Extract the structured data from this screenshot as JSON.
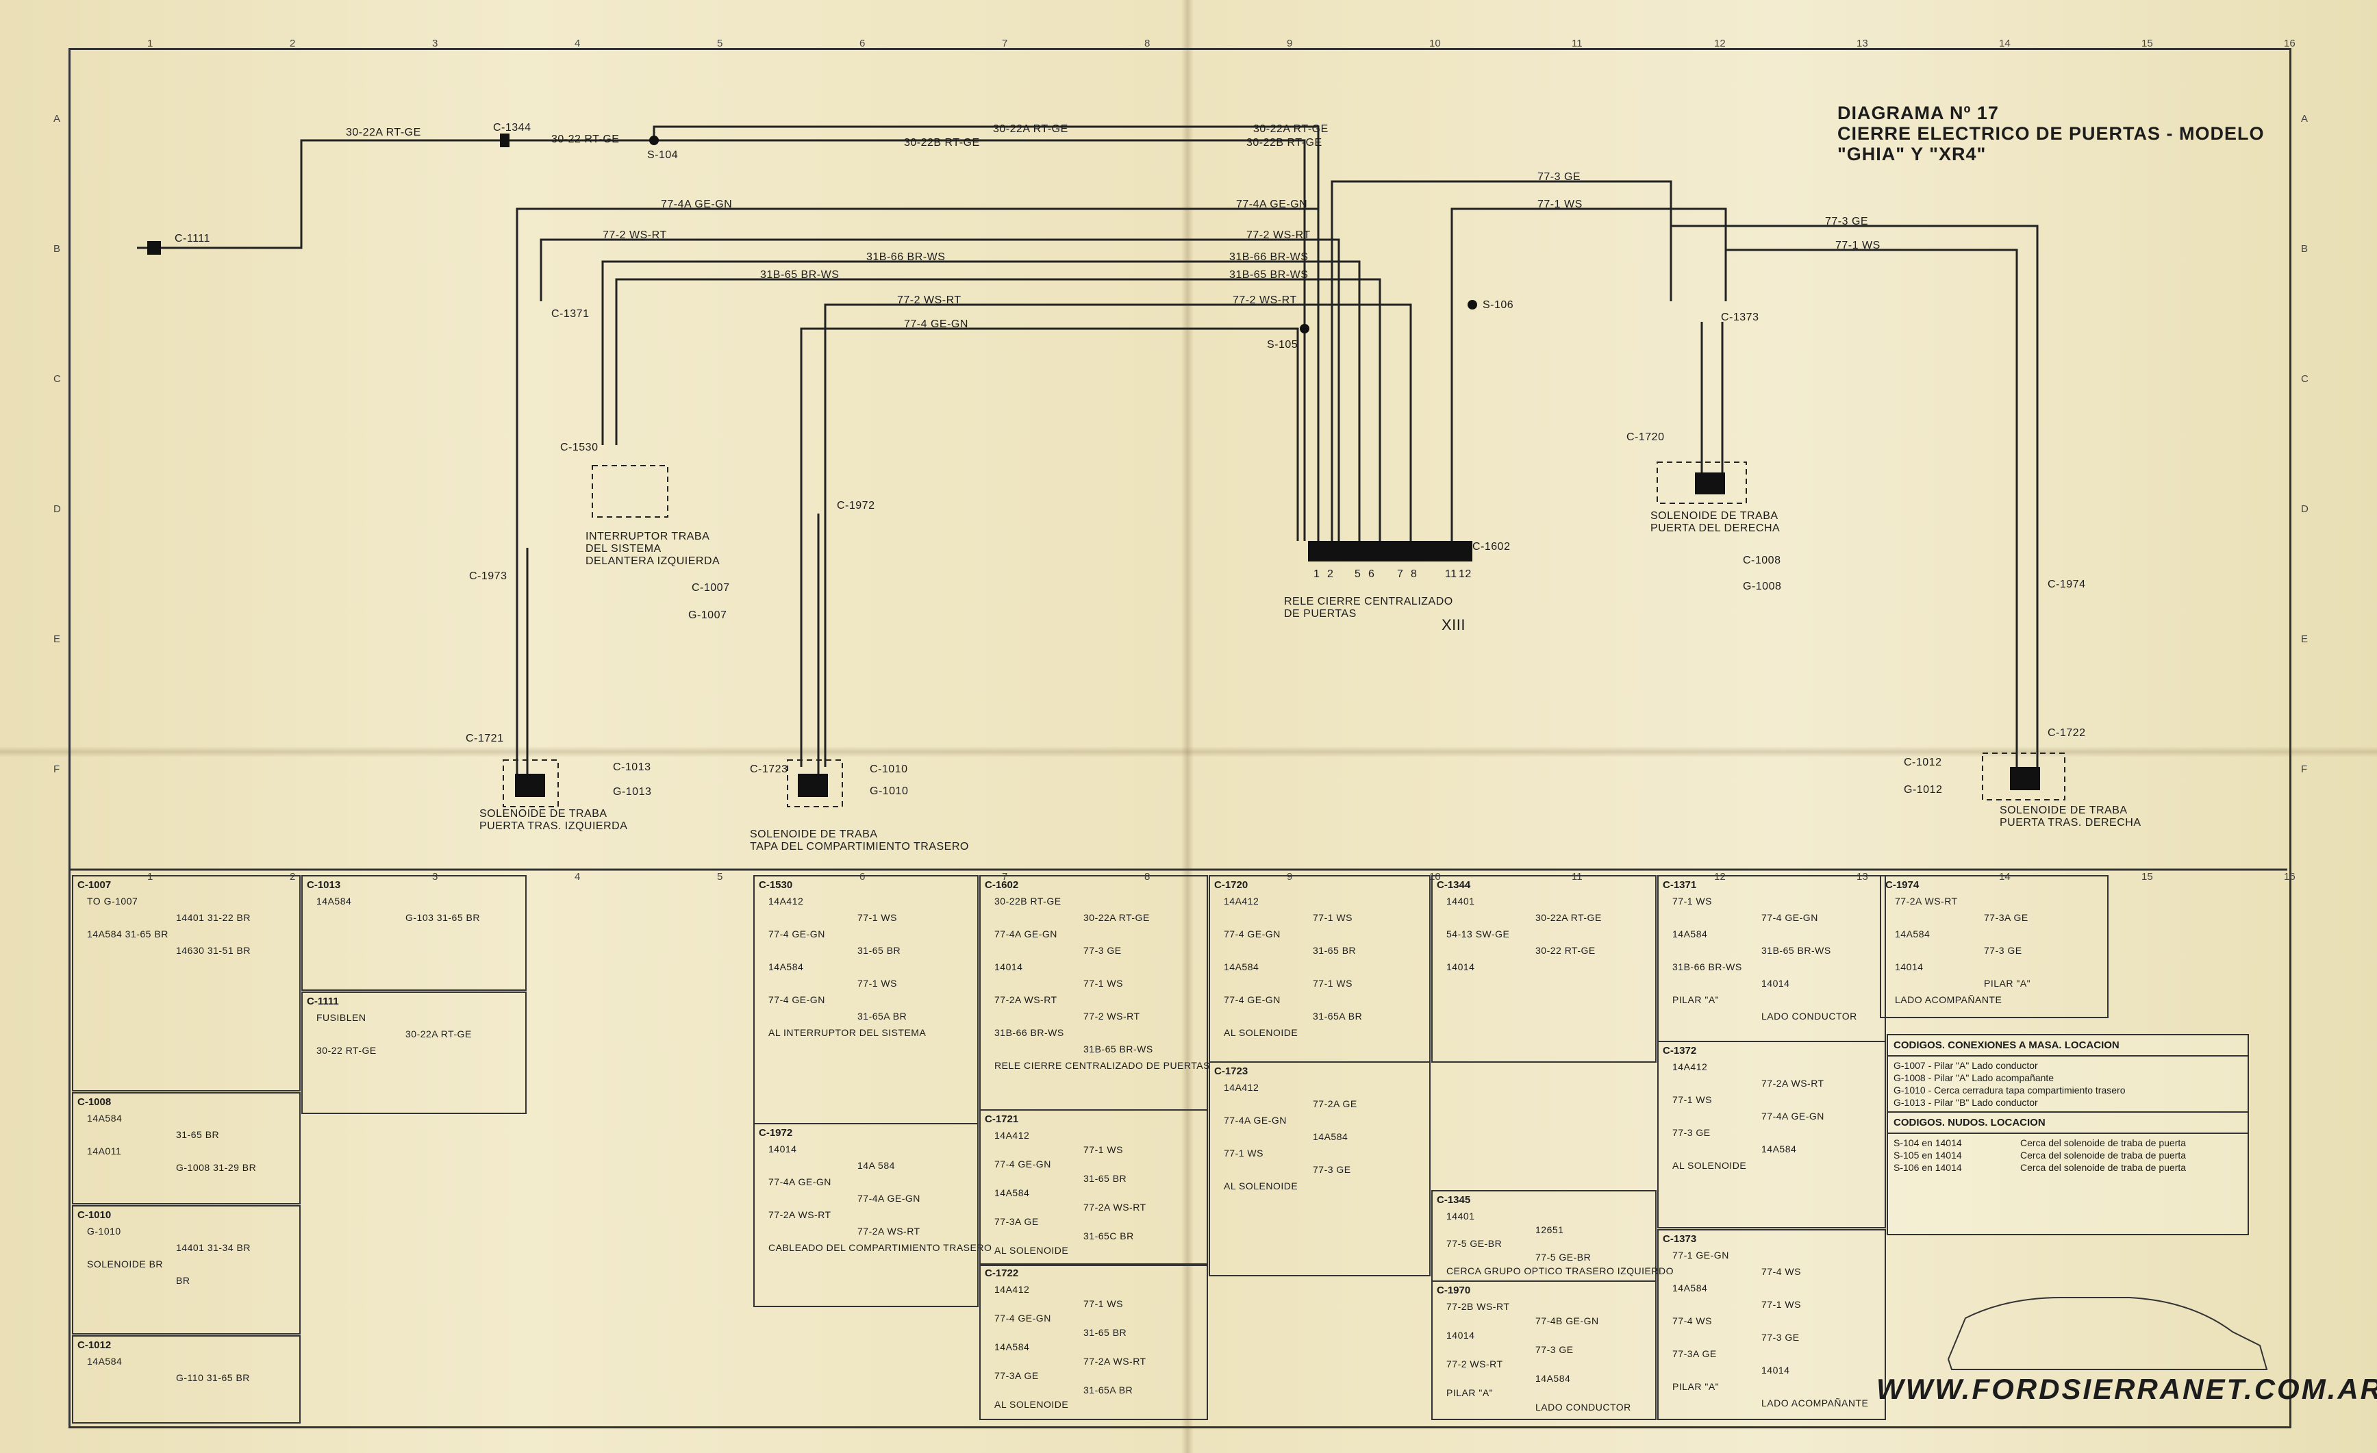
{
  "title": {
    "line1": "DIAGRAMA Nº 17",
    "line2": "CIERRE ELECTRICO DE PUERTAS - MODELO",
    "line3": "\"GHIA\" Y \"XR4\""
  },
  "grid": {
    "columns": [
      "1",
      "2",
      "3",
      "4",
      "5",
      "6",
      "7",
      "8",
      "9",
      "10",
      "11",
      "12",
      "13",
      "14",
      "15",
      "16"
    ],
    "rows": [
      "A",
      "B",
      "C",
      "D",
      "E",
      "F"
    ]
  },
  "wires": {
    "w_30_22a": "30-22A RT-GE",
    "w_30_22": "30-22 RT-GE",
    "w_30_22b": "30-22B RT-GE",
    "w_30_22a_right": "30-22A RT-GE",
    "w_30_22b_right": "30-22B RT-GE",
    "w_77_4a": "77-4A GE-GN",
    "w_77_4a_right": "77-4A GE-GN",
    "w_77_2": "77-2 WS-RT",
    "w_77_2_right": "77-2 WS-RT",
    "w_31b_66": "31B-66 BR-WS",
    "w_31b_66_right": "31B-66 BR-WS",
    "w_31b_65": "31B-65 BR-WS",
    "w_31b_65_right": "31B-65 BR-WS",
    "w_77_2_lower": "77-2 WS-RT",
    "w_77_2_lower_right": "77-2 WS-RT",
    "w_77_4": "77-4 GE-GN",
    "w_77_3": "77-3 GE",
    "w_77_1": "77-1 WS",
    "w_77_3_far": "77-3 GE",
    "w_77_1_far": "77-1 WS"
  },
  "connectors": {
    "c1111": "C-1111",
    "c1344": "C-1344",
    "c1371": "C-1371",
    "c1373": "C-1373",
    "c1530": "C-1530",
    "c1602": "C-1602",
    "c1720": "C-1720",
    "c1721": "C-1721",
    "c1722": "C-1722",
    "c1723": "C-1723",
    "c1972": "C-1972",
    "c1973": "C-1973",
    "c1974": "C-1974",
    "c1007": "C-1007",
    "c1008": "C-1008",
    "c1010": "C-1010",
    "c1012": "C-1012",
    "c1013": "C-1013"
  },
  "splices": {
    "s104": "S-104",
    "s105": "S-105",
    "s106": "S-106"
  },
  "grounds": {
    "g1007": "G-1007",
    "g1008": "G-1008",
    "g1010": "G-1010",
    "g1012": "G-1012",
    "g1013": "G-1013"
  },
  "components": {
    "interruptor": [
      "INTERRUPTOR TRABA",
      "DEL SISTEMA",
      "DELANTERA IZQUIERDA"
    ],
    "rele": [
      "RELE CIERRE CENTRALIZADO",
      "DE PUERTAS"
    ],
    "sol_pto_der": [
      "SOLENOIDE DE TRABA",
      "PUERTA DEL DERECHA"
    ],
    "sol_tras_izq": [
      "SOLENOIDE DE TRABA",
      "PUERTA TRAS. IZQUIERDA"
    ],
    "sol_tapa": [
      "SOLENOIDE DE TRABA",
      "TAPA DEL COMPARTIMIENTO TRASERO"
    ],
    "sol_tras_der": [
      "SOLENOIDE DE TRABA",
      "PUERTA TRAS. DERECHA"
    ],
    "relay_pins": [
      "1",
      "2",
      "5",
      "6",
      "7",
      "8",
      "11",
      "12"
    ],
    "xiii": "XIII"
  },
  "views": [
    {
      "id": "C-1007",
      "lines": [
        "TO G-1007",
        "14401   31-22 BR",
        "14A584   31-65 BR",
        "14630   31-51 BR"
      ]
    },
    {
      "id": "C-1013",
      "lines": [
        "14A584",
        "G-103   31-65 BR"
      ]
    },
    {
      "id": "C-1111",
      "lines": [
        "FUSIBLEN",
        "30-22A RT-GE",
        "30-22 RT-GE"
      ]
    },
    {
      "id": "C-1008",
      "lines": [
        "14A584",
        "31-65 BR",
        "14A011",
        "G-1008   31-29 BR"
      ]
    },
    {
      "id": "C-1010",
      "lines": [
        "G-1010",
        "14401   31-34 BR",
        "SOLENOIDE   BR",
        "BR"
      ]
    },
    {
      "id": "C-1012",
      "lines": [
        "14A584",
        "G-110   31-65 BR"
      ]
    },
    {
      "id": "C-1530",
      "lines": [
        "14A412",
        "77-1 WS",
        "77-4 GE-GN",
        "31-65 BR",
        "14A584",
        "77-1 WS",
        "77-4 GE-GN",
        "31-65A BR",
        "AL INTERRUPTOR DEL SISTEMA"
      ]
    },
    {
      "id": "C-1972",
      "lines": [
        "14014",
        "14A 584",
        "77-4A GE-GN",
        "77-4A GE-GN",
        "77-2A WS-RT",
        "77-2A WS-RT",
        "CABLEADO DEL COMPARTIMIENTO TRASERO"
      ]
    },
    {
      "id": "C-1602",
      "lines": [
        "30-22B RT-GE",
        "30-22A RT-GE",
        "77-4A GE-GN",
        "77-3 GE",
        "14014",
        "77-1 WS",
        "77-2A WS-RT",
        "77-2 WS-RT",
        "31B-66 BR-WS",
        "31B-65 BR-WS",
        "RELE CIERRE CENTRALIZADO DE PUERTAS"
      ]
    },
    {
      "id": "C-1720",
      "lines": [
        "14A412",
        "77-1 WS",
        "77-4 GE-GN",
        "31-65 BR",
        "14A584",
        "77-1 WS",
        "77-4 GE-GN",
        "31-65A BR",
        "AL SOLENOIDE"
      ]
    },
    {
      "id": "C-1721",
      "lines": [
        "14A412",
        "77-1 WS",
        "77-4 GE-GN",
        "31-65 BR",
        "14A584",
        "77-2A WS-RT",
        "77-3A GE",
        "31-65C BR",
        "AL SOLENOIDE"
      ]
    },
    {
      "id": "C-1722",
      "lines": [
        "14A412",
        "77-1 WS",
        "77-4 GE-GN",
        "31-65 BR",
        "14A584",
        "77-2A WS-RT",
        "77-3A GE",
        "31-65A BR",
        "AL SOLENOIDE"
      ]
    },
    {
      "id": "C-1723",
      "lines": [
        "14A412",
        "77-2A GE",
        "77-4A GE-GN",
        "14A584",
        "77-1 WS",
        "77-3 GE",
        "AL SOLENOIDE"
      ]
    },
    {
      "id": "C-1344",
      "lines": [
        "14401",
        "30-22A RT-GE",
        "54-13 SW-GE",
        "30-22 RT-GE",
        "14014"
      ]
    },
    {
      "id": "C-1345",
      "lines": [
        "14401",
        "12651",
        "77-5 GE-BR",
        "77-5 GE-BR",
        "CERCA GRUPO OPTICO TRASERO IZQUIERDO"
      ]
    },
    {
      "id": "C-1970",
      "lines": [
        "77-2B WS-RT",
        "77-4B GE-GN",
        "14014",
        "77-3 GE",
        "77-2 WS-RT",
        "14A584",
        "PILAR \"A\"",
        "LADO CONDUCTOR"
      ]
    },
    {
      "id": "C-1371",
      "lines": [
        "77-1 WS",
        "77-4 GE-GN",
        "14A584",
        "31B-65 BR-WS",
        "31B-66 BR-WS",
        "14014",
        "PILAR \"A\"",
        "LADO CONDUCTOR"
      ]
    },
    {
      "id": "C-1372",
      "lines": [
        "14A412",
        "77-2A WS-RT",
        "77-1 WS",
        "77-4A GE-GN",
        "77-3 GE",
        "14A584",
        "AL SOLENOIDE"
      ]
    },
    {
      "id": "C-1373",
      "lines": [
        "77-1 GE-GN",
        "77-4 WS",
        "14A584",
        "77-1 WS",
        "77-4 WS",
        "77-3 GE",
        "77-3A GE",
        "14014",
        "PILAR \"A\"",
        "LADO ACOMPAÑANTE"
      ]
    },
    {
      "id": "C-1974",
      "lines": [
        "77-2A WS-RT",
        "77-3A GE",
        "14A584",
        "77-3 GE",
        "14014",
        "PILAR \"A\"",
        "LADO ACOMPAÑANTE"
      ]
    }
  ],
  "legend": {
    "ground_title": "CODIGOS. CONEXIONES A MASA. LOCACION",
    "ground_rows": [
      "G-1007 - Pilar \"A\" Lado conductor",
      "G-1008 - Pilar \"A\" Lado acompañante",
      "G-1010 - Cerca cerradura tapa compartimiento trasero",
      "G-1013 - Pilar \"B\" Lado conductor"
    ],
    "splice_title": "CODIGOS. NUDOS. LOCACION",
    "splice_rows": [
      {
        "code": "S-104 en 14014",
        "loc": "Cerca del solenoide de traba de puerta"
      },
      {
        "code": "S-105 en 14014",
        "loc": "Cerca del solenoide de traba de puerta"
      },
      {
        "code": "S-106 en 14014",
        "loc": "Cerca del solenoide de traba de puerta"
      }
    ]
  },
  "website": "WWW.FORDSIERRANET.COM.AR"
}
